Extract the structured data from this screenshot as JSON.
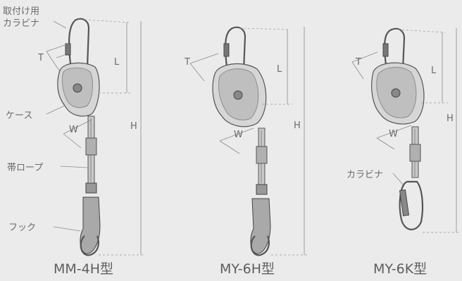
{
  "labels": {
    "mount_carabiner_line1": "取付け用",
    "mount_carabiner_line2": "カラビナ",
    "case": "ケース",
    "strap_rope": "帯ロープ",
    "hook": "フック",
    "carabiner": "カラビナ"
  },
  "dimensions": {
    "t": "T",
    "l": "L",
    "w": "W",
    "h": "H"
  },
  "models": [
    {
      "name": "MM-4H型"
    },
    {
      "name": "MY-6H型"
    },
    {
      "name": "MY-6K型"
    }
  ]
}
